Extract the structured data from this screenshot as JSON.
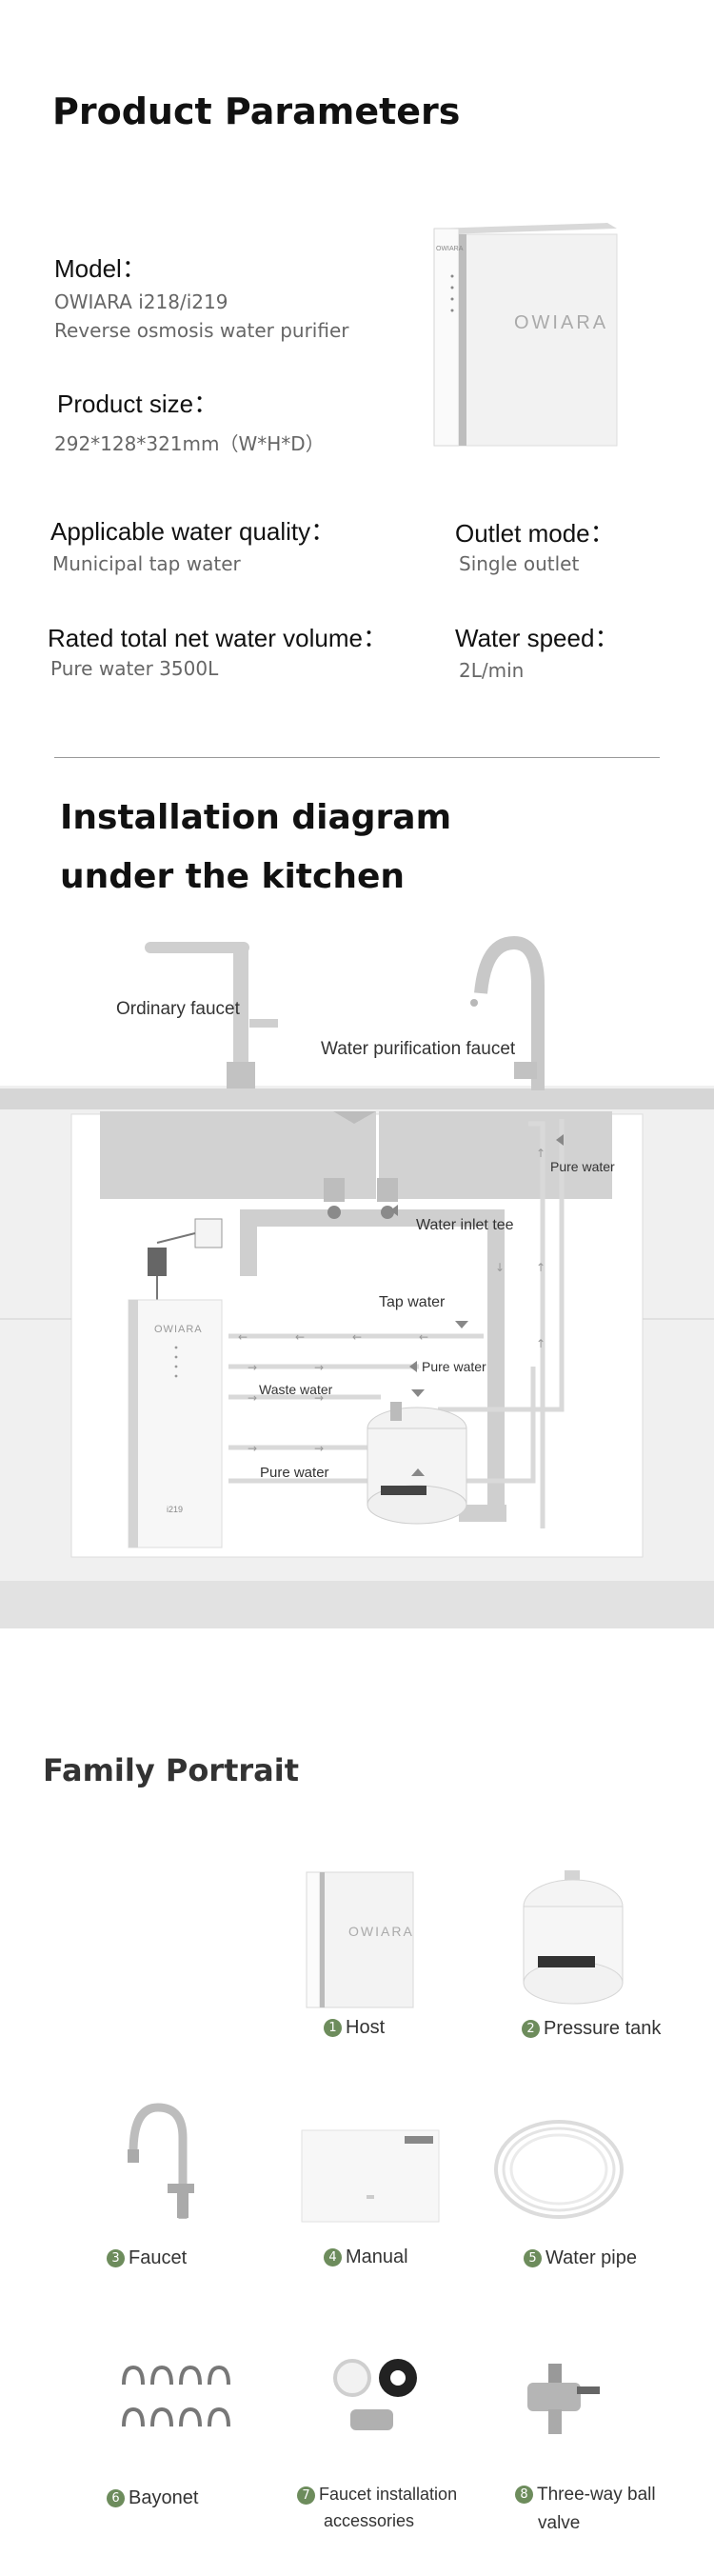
{
  "params": {
    "title": "Product Parameters",
    "model_label": "Model：",
    "model_value1": "OWIARA  i218/i219",
    "model_value2": "Reverse osmosis water purifier",
    "size_label": "Product size：",
    "size_value": "292*128*321mm（W*H*D）",
    "quality_label": "Applicable water quality：",
    "quality_value": "Municipal tap water",
    "outlet_label": "Outlet mode：",
    "outlet_value": "Single outlet",
    "volume_label": "Rated total net water volume：",
    "volume_value": "Pure water 3500L",
    "speed_label": "Water speed：",
    "speed_value": "2L/min",
    "device_brand": "OWIARA",
    "device_small_brand": "OWIARA"
  },
  "install": {
    "title_line1": "Installation diagram",
    "title_line2": "under the kitchen",
    "ordinary_faucet": "Ordinary faucet",
    "purification_faucet": "Water purification faucet",
    "pure_water_top": "Pure water",
    "water_inlet_tee": "Water inlet tee",
    "tap_water": "Tap water",
    "pure_water_mid": "Pure water",
    "waste_water": "Waste water",
    "pure_water_low": "Pure water",
    "device_brand": "OWIARA",
    "device_model": "i219"
  },
  "family": {
    "title": "Family Portrait",
    "items": [
      {
        "num": "1",
        "label": "Host"
      },
      {
        "num": "2",
        "label": "Pressure tank"
      },
      {
        "num": "3",
        "label": "Faucet"
      },
      {
        "num": "4",
        "label": "Manual"
      },
      {
        "num": "5",
        "label": "Water pipe"
      },
      {
        "num": "6",
        "label": "Bayonet"
      },
      {
        "num": "7",
        "label": "Faucet installation",
        "label2": "accessories"
      },
      {
        "num": "8",
        "label": "Three-way ball",
        "label2": "valve"
      }
    ],
    "host_brand": "OWIARA"
  },
  "colors": {
    "badge": "#6d8c5c",
    "panel_gray": "#e6e6e6",
    "pipe_gray": "#c8c8c8"
  }
}
